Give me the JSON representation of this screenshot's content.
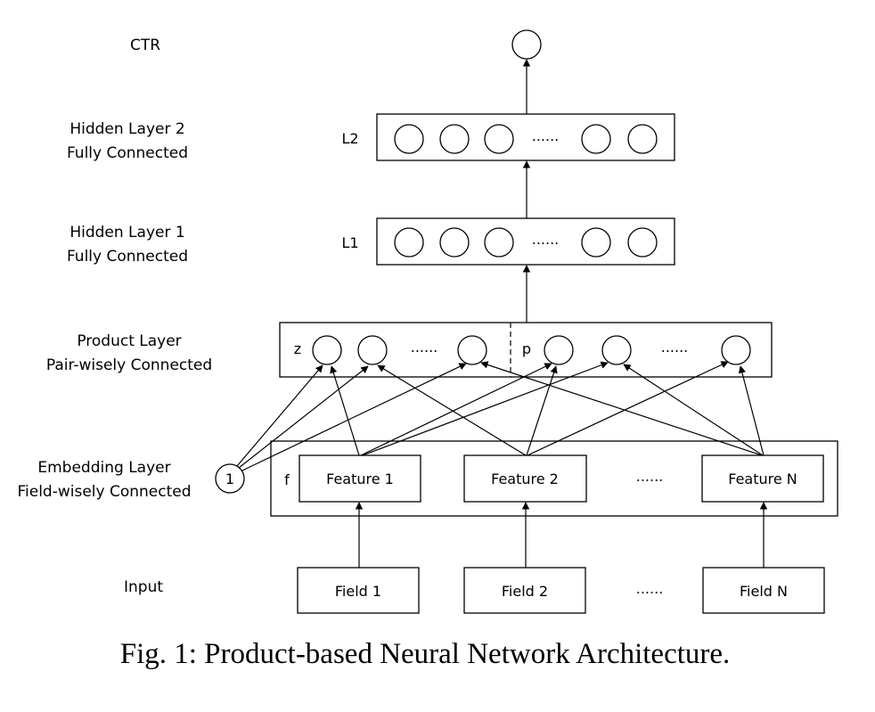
{
  "layer_labels": {
    "ctr": "CTR",
    "hidden2_line1": "Hidden Layer 2",
    "hidden2_line2": "Fully Connected",
    "hidden1_line1": "Hidden Layer 1",
    "hidden1_line2": "Fully Connected",
    "product_line1": "Product Layer",
    "product_line2": "Pair-wisely Connected",
    "embedding_line1": "Embedding Layer",
    "embedding_line2": "Field-wisely Connected",
    "input": "Input"
  },
  "row_tags": {
    "l2": "L2",
    "l1": "L1",
    "z": "z",
    "p": "p",
    "f": "f"
  },
  "constant_node": "1",
  "ellipsis": "......",
  "features": [
    "Feature 1",
    "Feature 2",
    "Feature N"
  ],
  "fields": [
    "Field 1",
    "Field 2",
    "Field N"
  ],
  "caption": "Fig. 1: Product-based Neural Network Architecture."
}
